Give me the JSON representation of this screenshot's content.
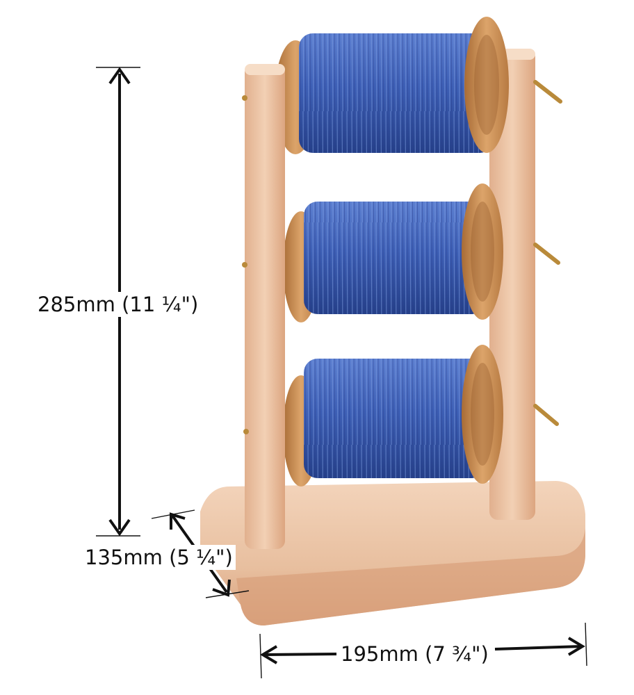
{
  "dimensions": {
    "height_label": "285mm (11 ¼\")",
    "depth_label": "135mm (5 ¼\")",
    "width_label": "195mm (7 ¾\")"
  },
  "colors": {
    "wood": "#e9c2a2",
    "wood_shadow": "#d9a27f",
    "flange": "#c98a4a",
    "yarn": "#3d5fb5",
    "arrow": "#111111"
  },
  "icons": [
    "arrow-icon"
  ]
}
